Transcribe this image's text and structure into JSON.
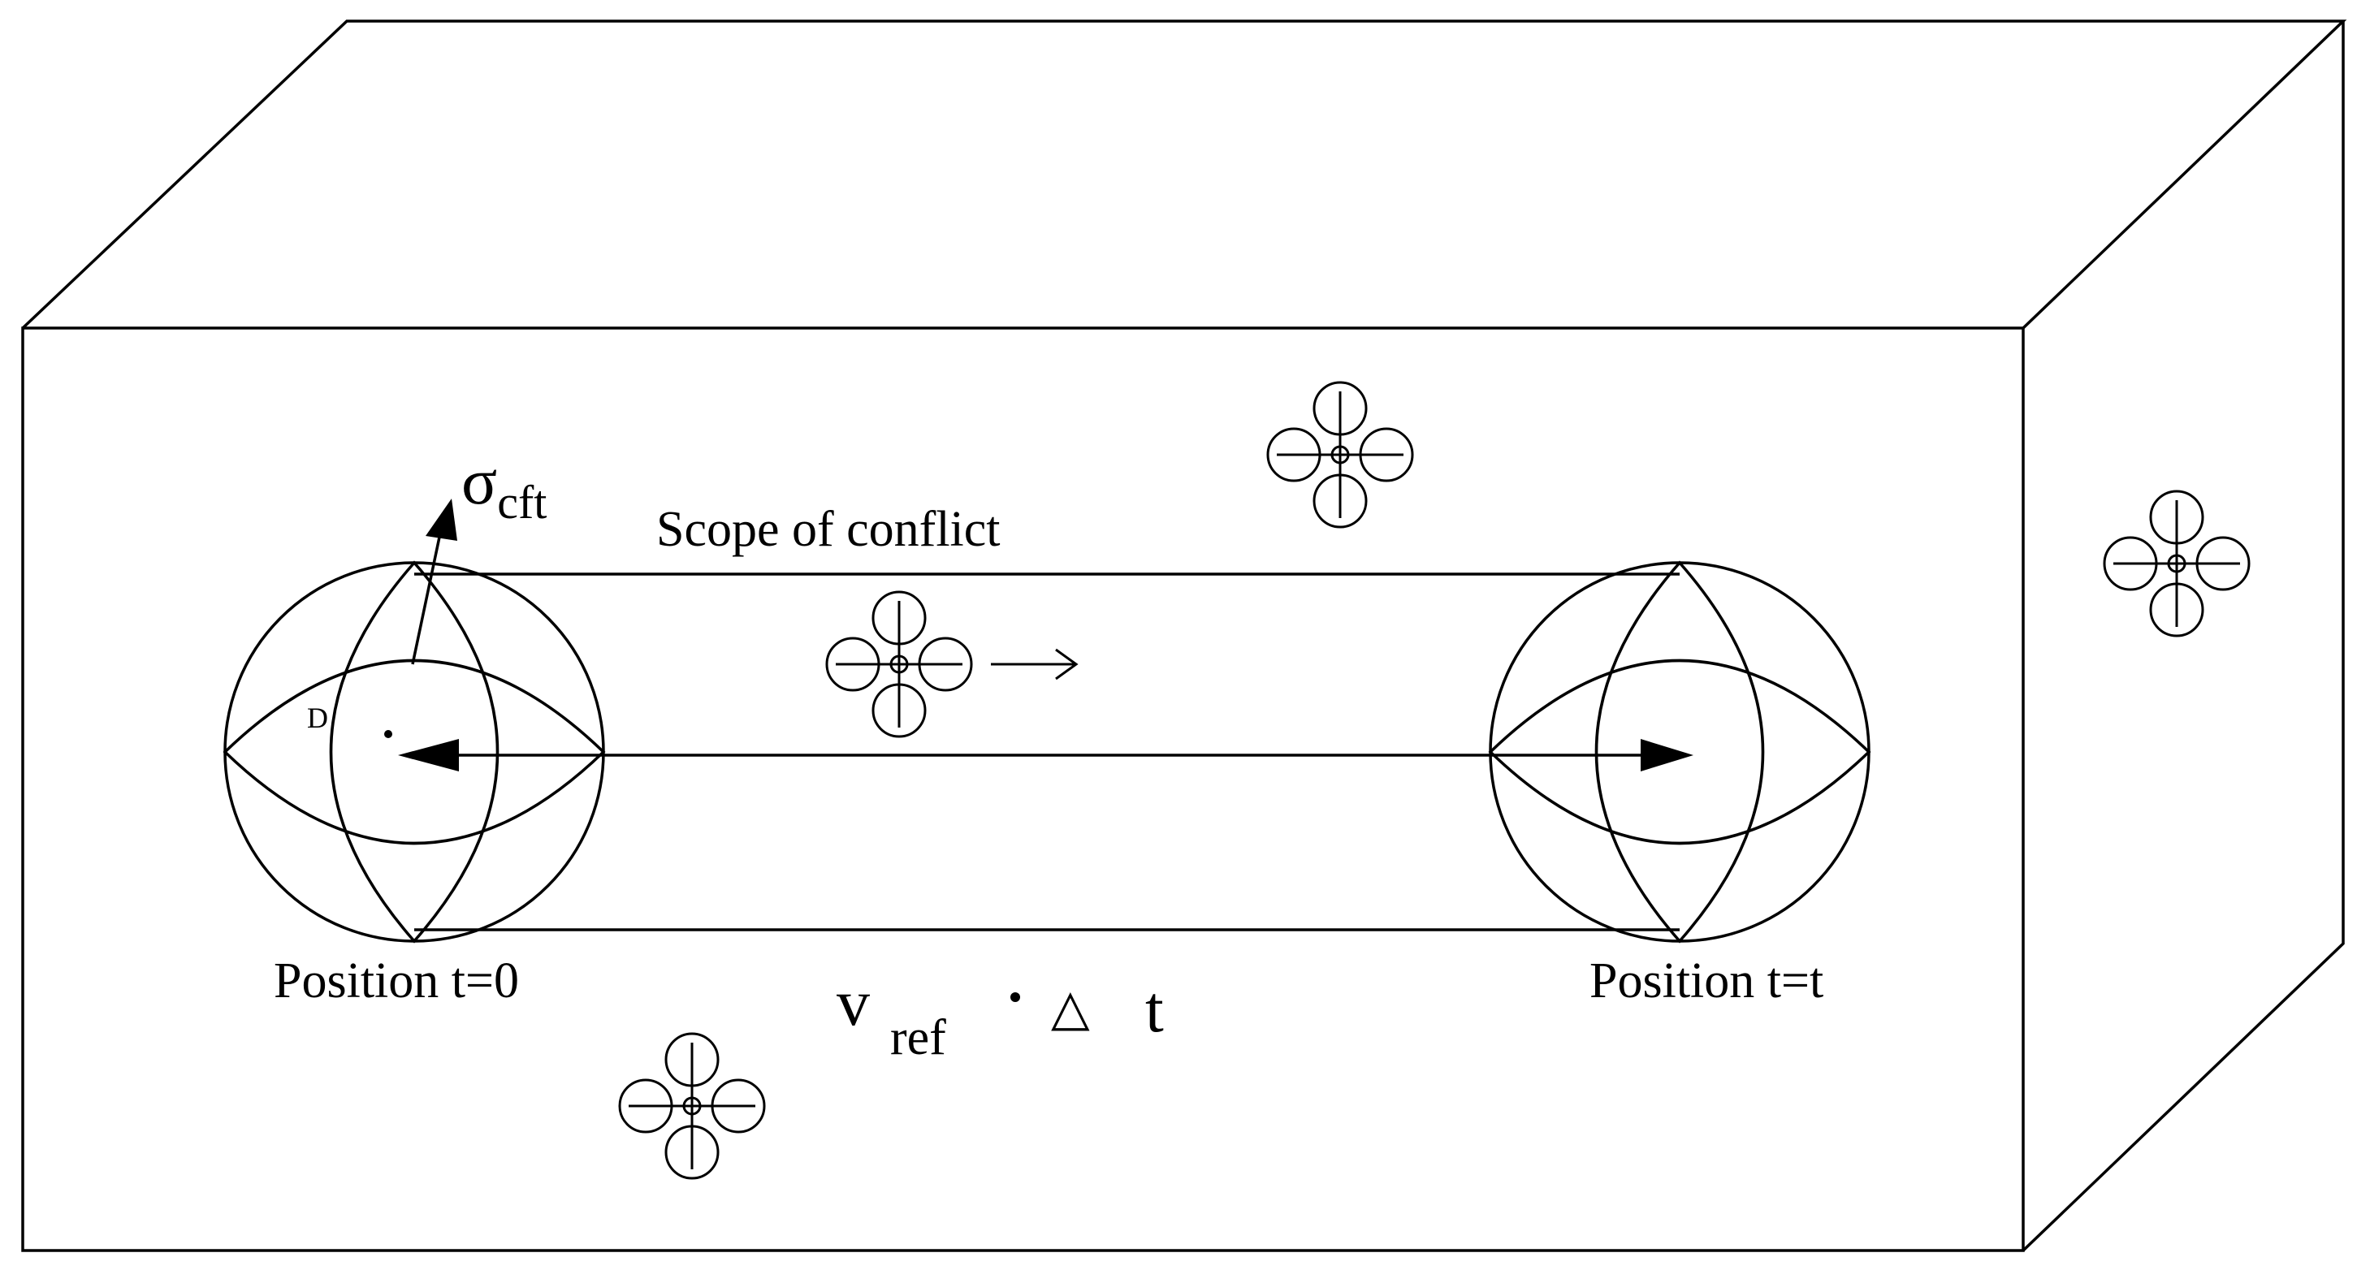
{
  "labels": {
    "sigma_symbol": "σ",
    "sigma_subscript": "cft",
    "scope_of_conflict": "Scope of  conflict",
    "position_start": "Position t=0",
    "position_end": "Position t=t",
    "d_marker": "D",
    "velocity_symbol": "v",
    "velocity_subscript": "ref",
    "dot_operator": "·",
    "delta_symbol": "△",
    "time_symbol": "t"
  },
  "icons": {
    "box": "3d-box-icon",
    "sphere": "wireframe-sphere-icon",
    "drone": "quadcopter-drone-icon",
    "arrow": "arrow-icon"
  },
  "colors": {
    "line": "#000000",
    "background": "#ffffff"
  }
}
